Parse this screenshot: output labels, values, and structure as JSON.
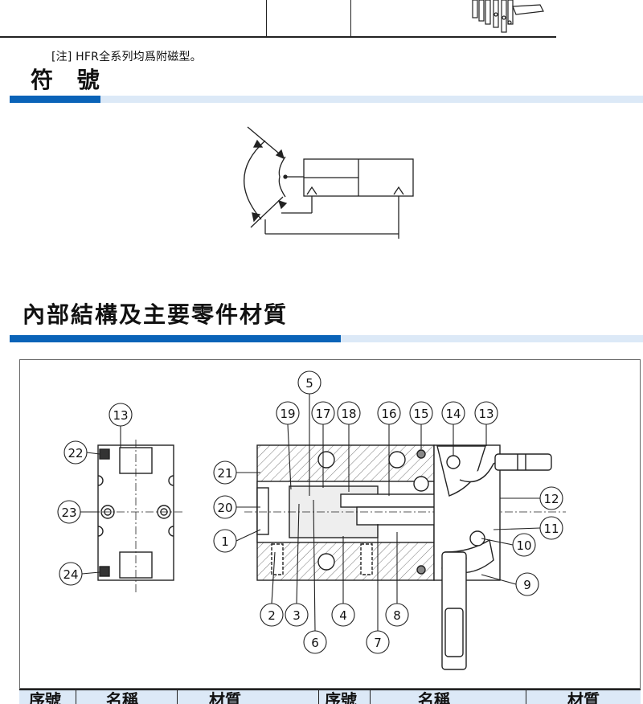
{
  "note": "[注] HFR全系列均爲附磁型。",
  "symbol_section": {
    "title": "符 號"
  },
  "internal_section": {
    "title": "內部結構及主要零件材質"
  },
  "callouts": {
    "side": [
      "13",
      "22",
      "23",
      "24"
    ],
    "main": [
      "5",
      "19",
      "17",
      "18",
      "16",
      "15",
      "14",
      "13",
      "21",
      "20",
      "1",
      "12",
      "11",
      "10",
      "9",
      "2",
      "3",
      "4",
      "8",
      "6",
      "7"
    ]
  },
  "table_header": [
    "序號",
    "名稱",
    "材質",
    "序號",
    "名稱",
    "材質"
  ],
  "colors": {
    "accent_blue": "#0a63b8",
    "band_light": "#dce9f7"
  }
}
